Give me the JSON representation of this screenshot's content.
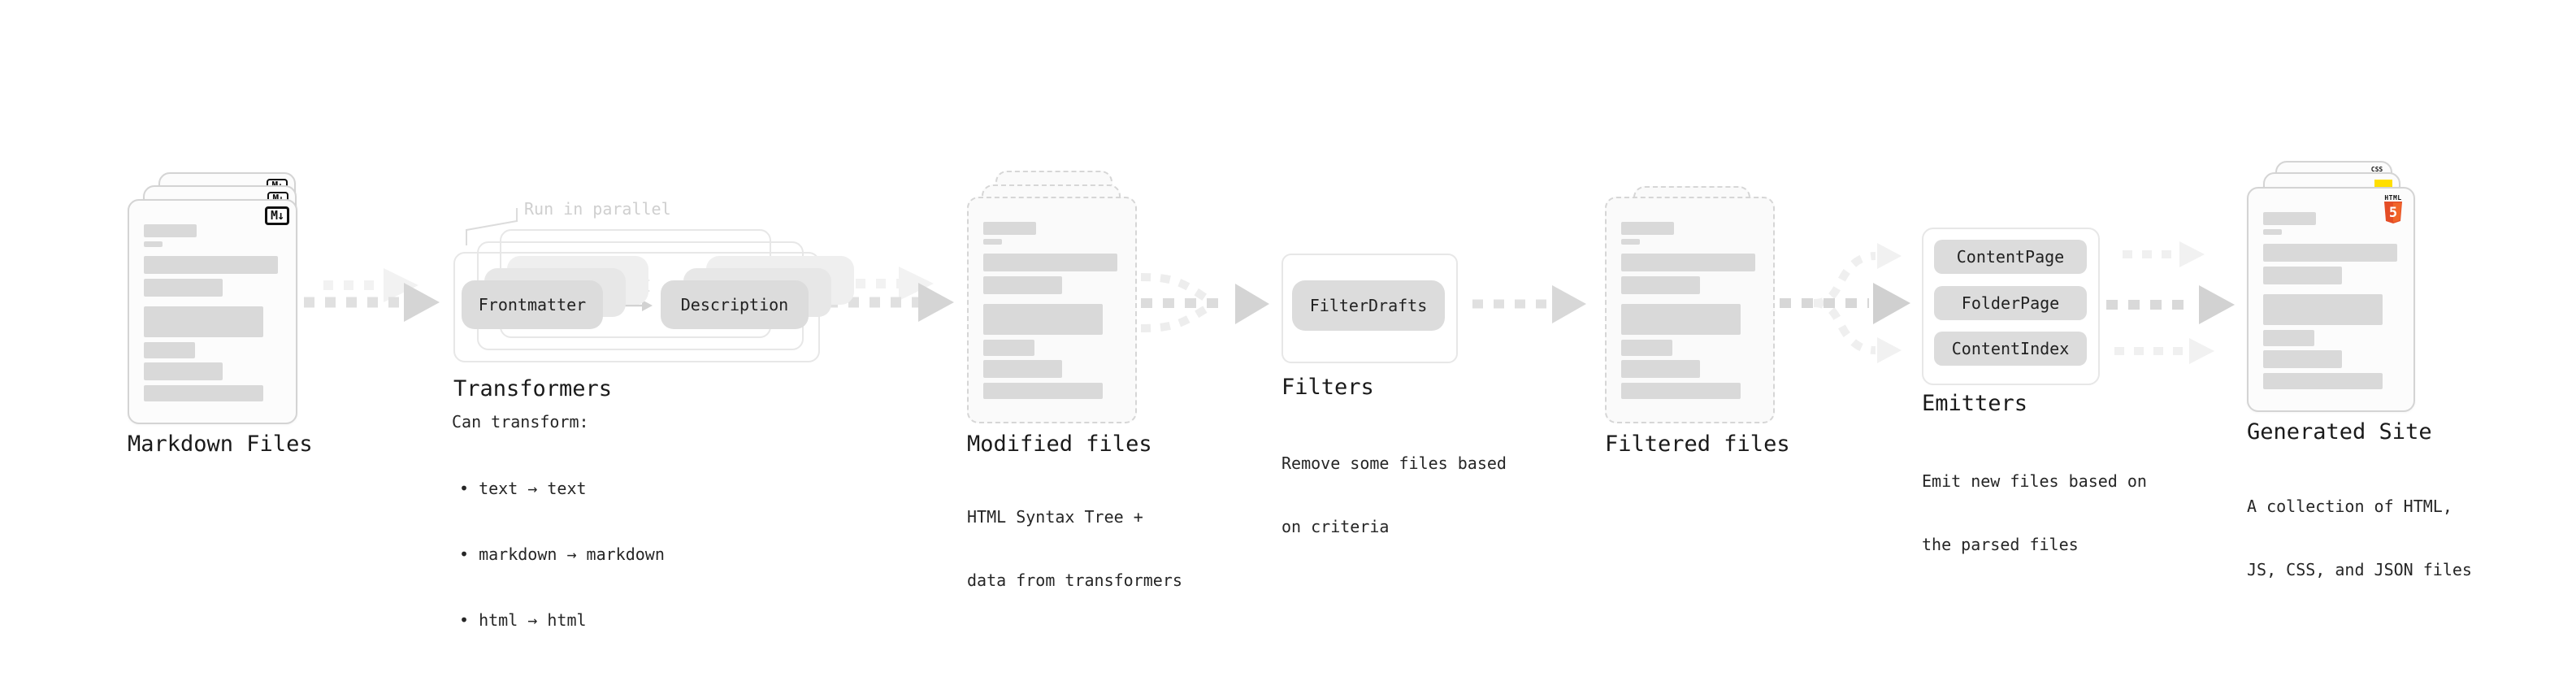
{
  "colors": {
    "bar_gray": "#d9d9d9",
    "pill_gray": "#dcdcdc",
    "arrow_gray": "#d5d5d5",
    "arrow_light": "#f1f1f1",
    "css_blue": "#2563eb",
    "js_yellow": "#ffdf00",
    "html5_orange": "#e44d26",
    "html5_orange_light": "#f16529"
  },
  "stages": {
    "markdown_files": {
      "label": "Markdown Files",
      "badge": "M↓"
    },
    "transformers": {
      "annotation": "Run in parallel",
      "pill_left": "Frontmatter",
      "pill_right": "Description",
      "title": "Transformers",
      "desc_heading": "Can transform:",
      "bullets": [
        "• text → text",
        "• markdown → markdown",
        "• html → html"
      ]
    },
    "modified_files": {
      "label": "Modified files",
      "desc": [
        "HTML Syntax Tree +",
        "data from transformers"
      ]
    },
    "filters": {
      "pill": "FilterDrafts",
      "title": "Filters",
      "desc": [
        "Remove some files based",
        "on criteria"
      ]
    },
    "filtered_files": {
      "label": "Filtered files"
    },
    "emitters": {
      "pills": [
        "ContentPage",
        "FolderPage",
        "ContentIndex"
      ],
      "title": "Emitters",
      "desc": [
        "Emit new files based on",
        "the parsed files"
      ]
    },
    "generated_site": {
      "label": "Generated Site",
      "desc": [
        "A collection of HTML,",
        "JS, CSS, and JSON files"
      ],
      "css_badge": "CSS",
      "html5_word": "HTML",
      "html5_number": "5"
    }
  }
}
